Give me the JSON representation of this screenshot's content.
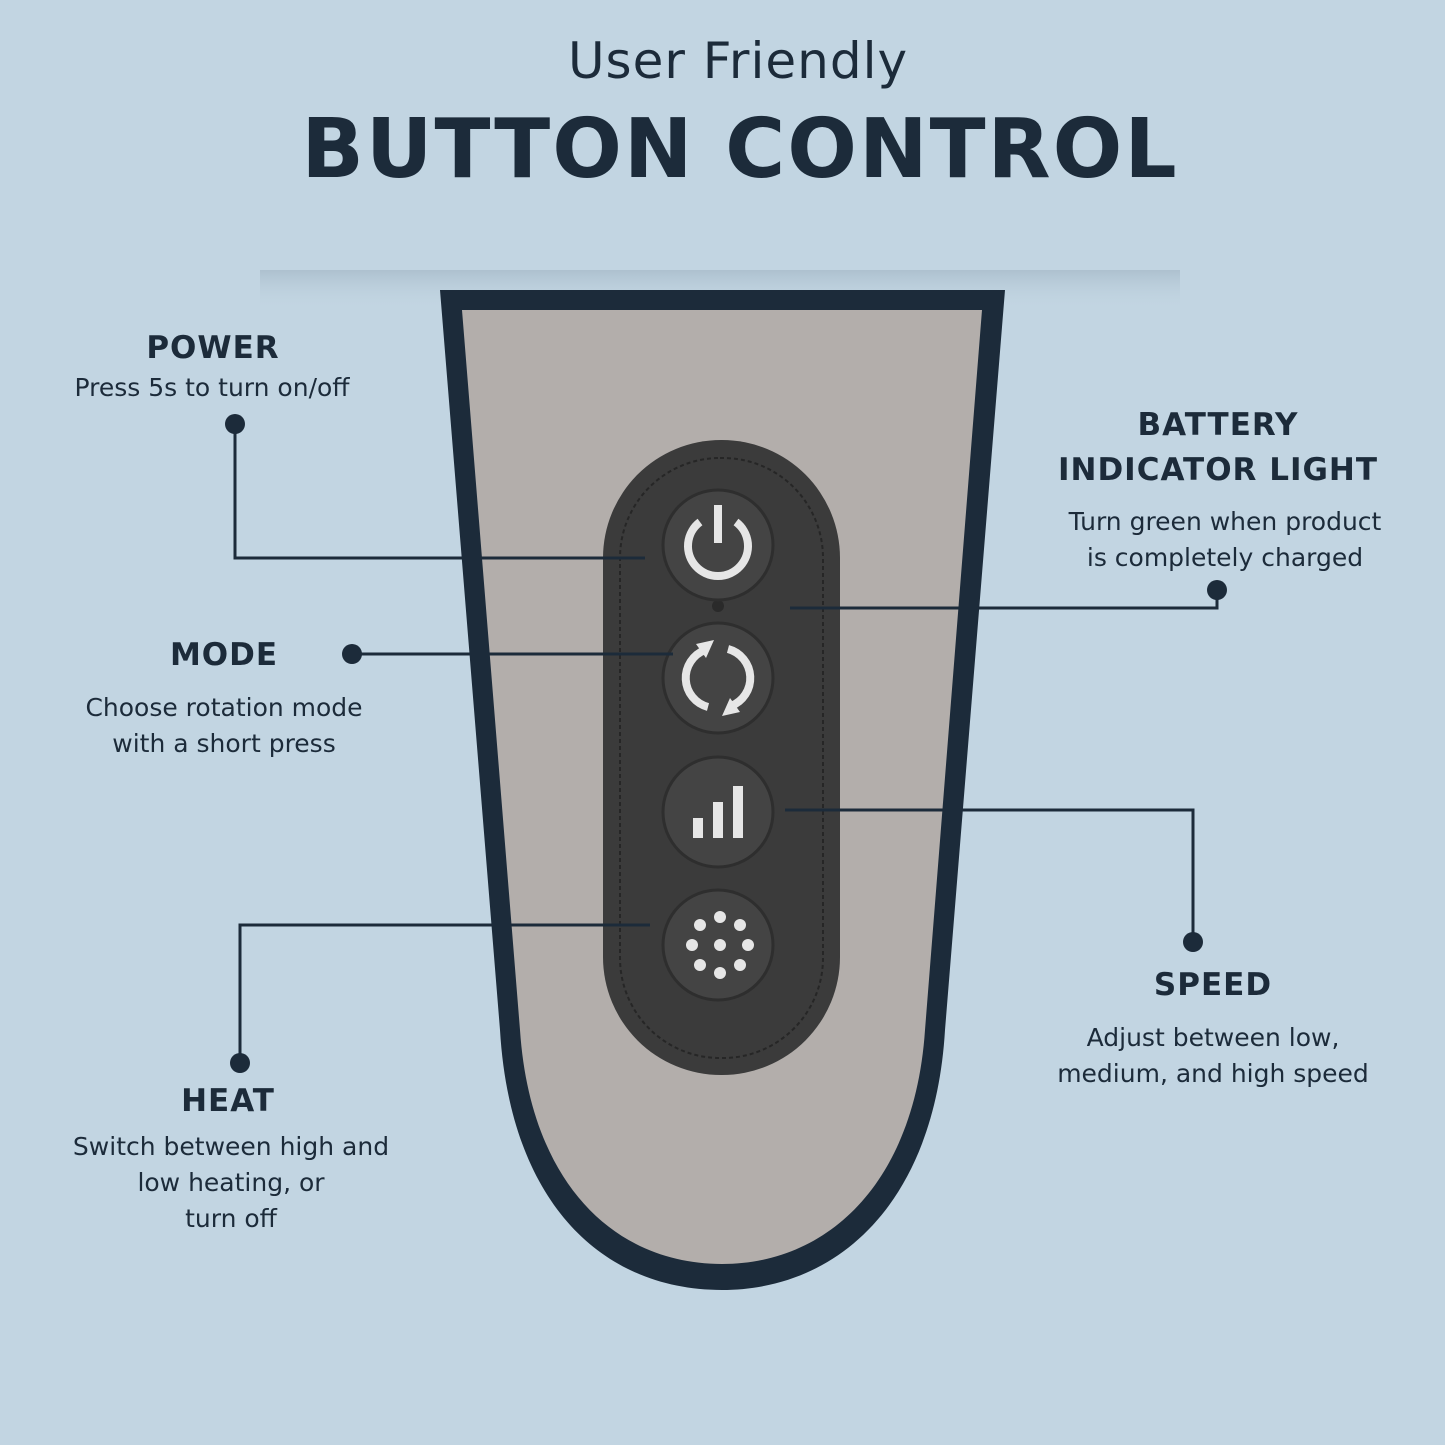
{
  "header": {
    "subtitle": "User Friendly",
    "title": "BUTTON CONTROL"
  },
  "callouts": {
    "power": {
      "label": "POWER",
      "description": "Press 5s to turn on/off"
    },
    "mode": {
      "label": "MODE",
      "description_lines": [
        "Choose rotation mode",
        "with a short press"
      ]
    },
    "battery": {
      "label_lines": [
        "BATTERY",
        "INDICATOR LIGHT"
      ],
      "description_lines": [
        "Turn green when product",
        "is completely charged"
      ]
    },
    "speed": {
      "label": "SPEED",
      "description_lines": [
        "Adjust between low,",
        "medium, and high speed"
      ]
    },
    "heat": {
      "label": "HEAT",
      "description_lines": [
        "Switch between high and",
        "low heating, or",
        "turn off"
      ]
    }
  },
  "colors": {
    "background": "#c2d5e2",
    "navy": "#1c2b3a",
    "handle": "#b3aeab",
    "remote": "#3b3b3b",
    "icon": "#e6e6e6"
  },
  "buttons": [
    "power-icon",
    "rotation-icon",
    "speed-bars-icon",
    "heat-dots-icon"
  ]
}
